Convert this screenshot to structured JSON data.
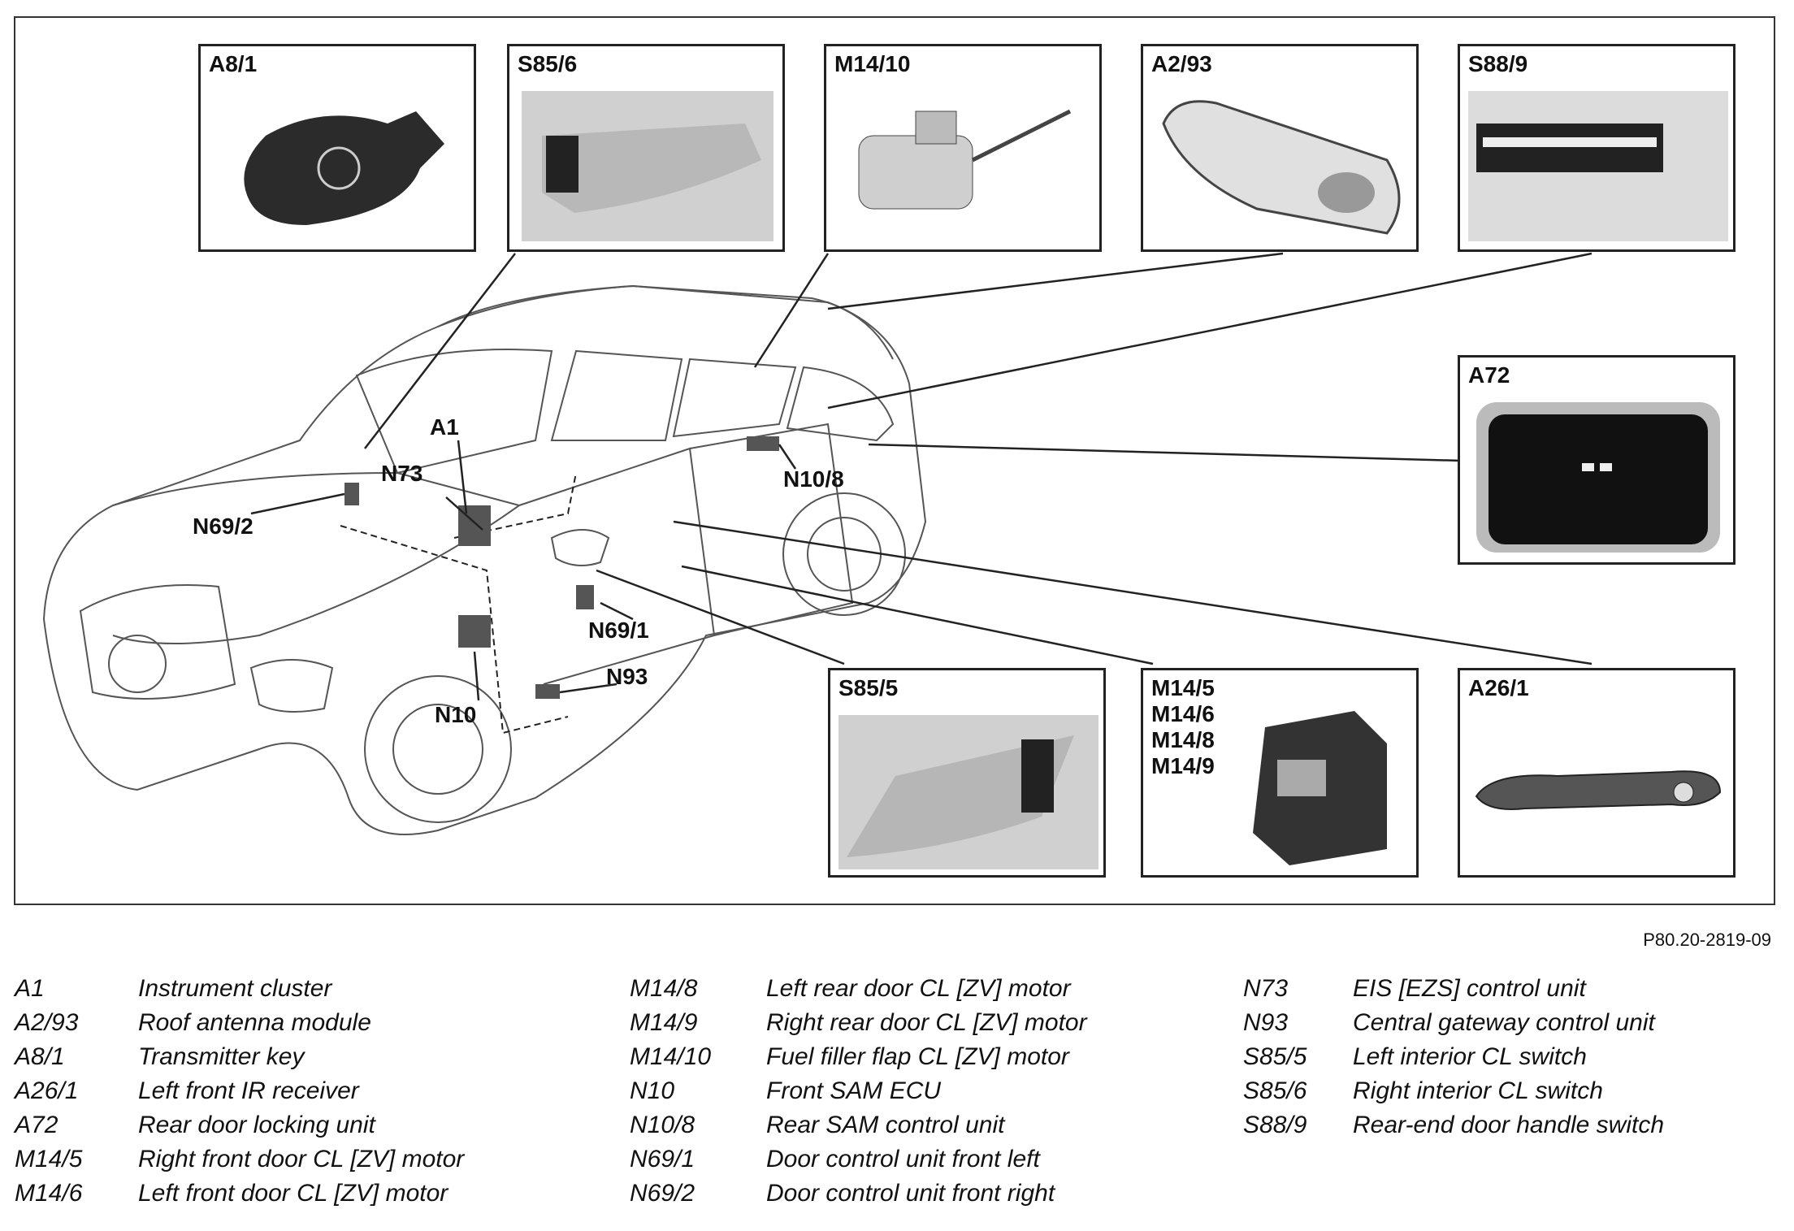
{
  "panels": {
    "p1": {
      "label": "A8/1"
    },
    "p2": {
      "label": "S85/6"
    },
    "p3": {
      "label": "M14/10"
    },
    "p4": {
      "label": "A2/93"
    },
    "p5": {
      "label": "S88/9"
    },
    "p6": {
      "label": "A72"
    },
    "p7": {
      "label": "S85/5"
    },
    "p8": {
      "label": "M14/5\nM14/6\nM14/8\nM14/9"
    },
    "p9": {
      "label": "A26/1"
    }
  },
  "callouts": {
    "a1": "A1",
    "n73": "N73",
    "n69_2": "N69/2",
    "n10_8": "N10/8",
    "n69_1": "N69/1",
    "n93": "N93",
    "n10": "N10"
  },
  "reference": "P80.20-2819-09",
  "legend": {
    "col1": [
      {
        "code": "A1",
        "desc": "Instrument cluster"
      },
      {
        "code": "A2/93",
        "desc": "Roof antenna module"
      },
      {
        "code": "A8/1",
        "desc": "Transmitter key"
      },
      {
        "code": "A26/1",
        "desc": "Left front IR receiver"
      },
      {
        "code": "A72",
        "desc": "Rear door locking unit"
      },
      {
        "code": "M14/5",
        "desc": "Right front door CL [ZV] motor"
      },
      {
        "code": "M14/6",
        "desc": "Left front door CL [ZV] motor"
      }
    ],
    "col2": [
      {
        "code": "M14/8",
        "desc": "Left rear door CL [ZV] motor"
      },
      {
        "code": "M14/9",
        "desc": "Right rear door CL [ZV] motor"
      },
      {
        "code": "M14/10",
        "desc": "Fuel filler flap CL [ZV] motor"
      },
      {
        "code": "N10",
        "desc": "Front SAM ECU"
      },
      {
        "code": "N10/8",
        "desc": "Rear SAM control unit"
      },
      {
        "code": "N69/1",
        "desc": "Door control unit front left"
      },
      {
        "code": "N69/2",
        "desc": "Door control unit front right"
      }
    ],
    "col3": [
      {
        "code": "N73",
        "desc": "EIS [EZS] control unit"
      },
      {
        "code": "N93",
        "desc": "Central gateway control unit"
      },
      {
        "code": "S85/5",
        "desc": "Left interior CL switch"
      },
      {
        "code": "S85/6",
        "desc": "Right interior CL switch"
      },
      {
        "code": "S88/9",
        "desc": "Rear-end door handle switch"
      }
    ]
  }
}
